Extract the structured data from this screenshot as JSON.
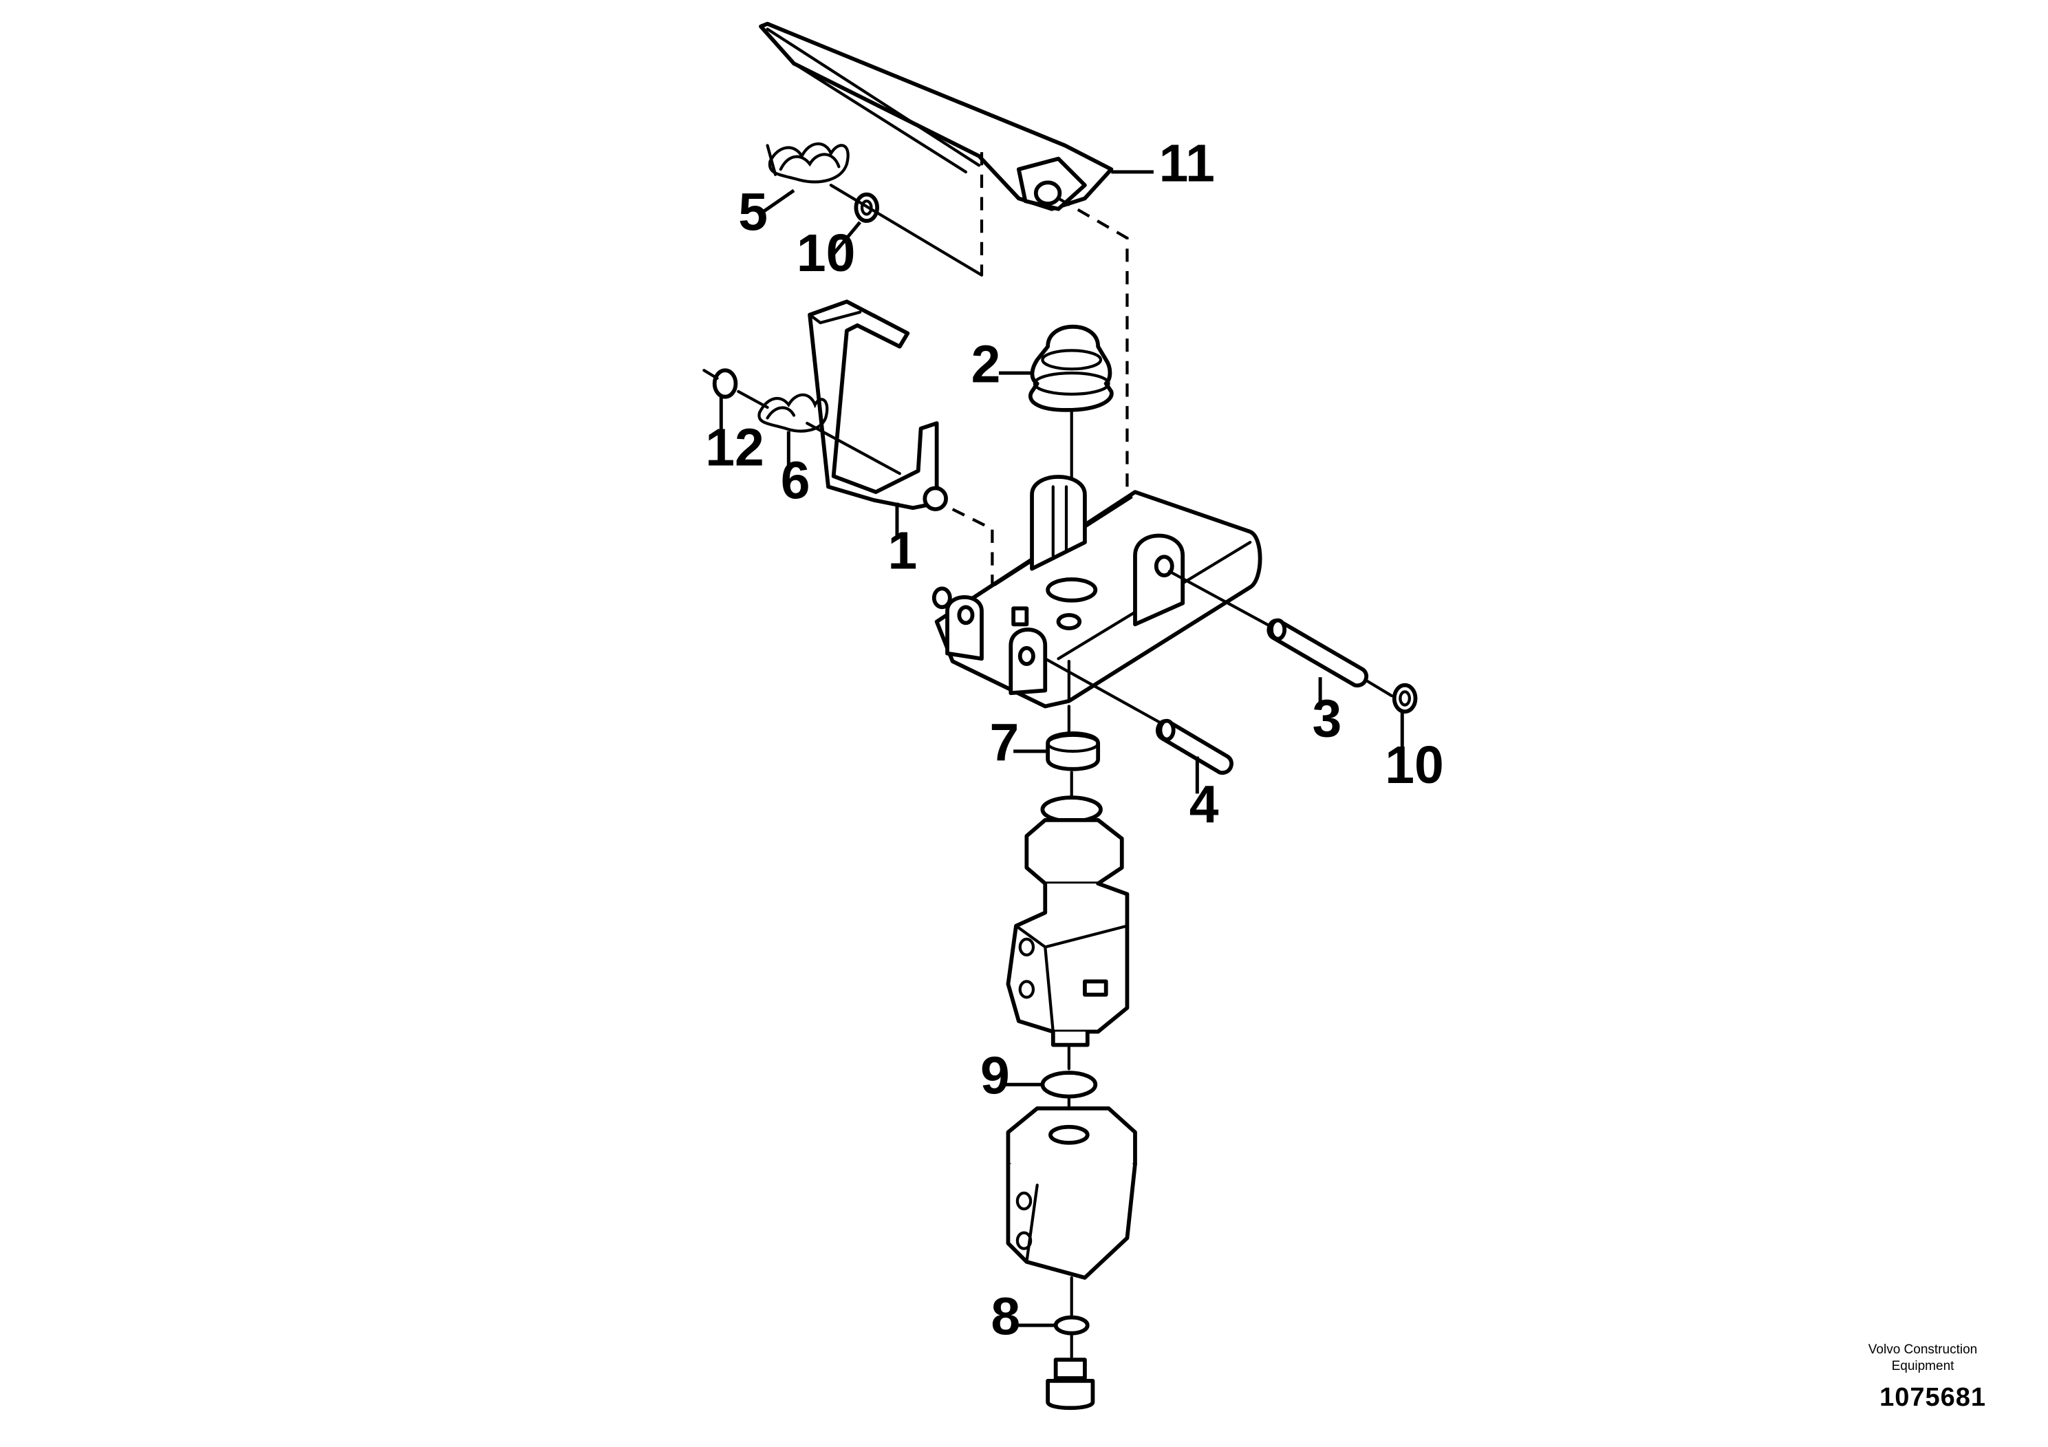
{
  "callouts": {
    "c1": "1",
    "c2": "2",
    "c3": "3",
    "c4": "4",
    "c5": "5",
    "c6": "6",
    "c7": "7",
    "c8": "8",
    "c9": "9",
    "c10a": "10",
    "c10b": "10",
    "c11": "11",
    "c12": "12"
  },
  "footer": {
    "brand": "Volvo Construction Equipment",
    "document_number": "1075681"
  }
}
